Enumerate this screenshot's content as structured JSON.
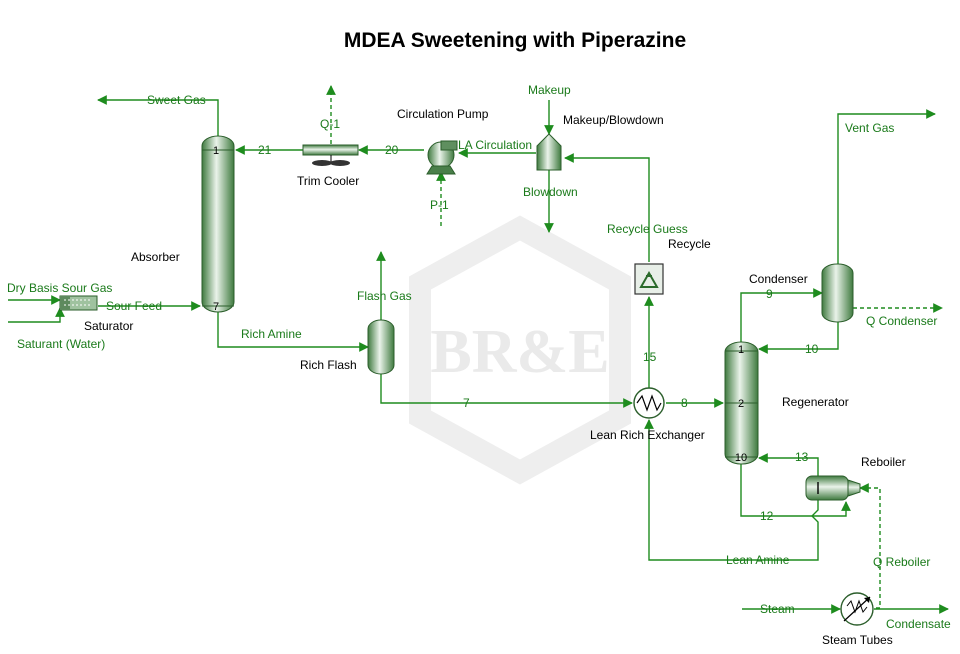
{
  "title": "MDEA Sweetening with Piperazine",
  "watermark": "BR&E",
  "units": {
    "absorber": "Absorber",
    "trim_cooler": "Trim Cooler",
    "circulation_pump": "Circulation Pump",
    "makeup_blowdown": "Makeup/Blowdown",
    "recycle": "Recycle",
    "condenser": "Condenser",
    "regenerator": "Regenerator",
    "reboiler": "Reboiler",
    "rich_flash": "Rich Flash",
    "saturator": "Saturator",
    "lean_rich_exchanger": "Lean Rich Exchanger",
    "steam_tubes": "Steam Tubes"
  },
  "streams": {
    "sweet_gas": "Sweet Gas",
    "q1": "Q-1",
    "s21": "21",
    "s20": "20",
    "la_circulation": "LA Circulation",
    "makeup": "Makeup",
    "blowdown": "Blowdown",
    "p1": "P-1",
    "recycle_guess": "Recycle Guess",
    "vent_gas": "Vent Gas",
    "s9": "9",
    "q_condenser": "Q Condenser",
    "s10": "10",
    "dry_sour_gas": "Dry Basis Sour Gas",
    "sour_feed": "Sour Feed",
    "saturant": "Saturant (Water)",
    "rich_amine": "Rich Amine",
    "flash_gas": "Flash Gas",
    "s15": "15",
    "s7": "7",
    "s8": "8",
    "s13": "13",
    "s12": "12",
    "lean_amine": "Lean Amine",
    "q_reboiler": "Q Reboiler",
    "steam": "Steam",
    "condensate": "Condensate"
  },
  "trays": {
    "abs_top": "1",
    "abs_bottom": "7",
    "reg_top": "1",
    "reg_mid": "2",
    "reg_bottom": "10"
  }
}
